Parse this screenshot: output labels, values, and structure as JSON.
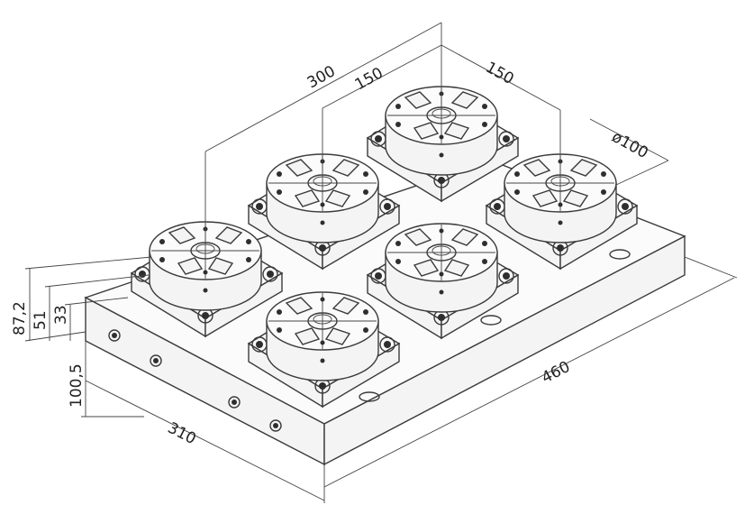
{
  "dimensions": {
    "d300": "300",
    "d150_a": "150",
    "d150_b": "150",
    "dia100": "ø100",
    "d87": "87,2",
    "d51": "51",
    "d33": "33",
    "d100": "100,5",
    "d310": "310",
    "d460": "460"
  },
  "colors": {
    "line": "#3a3a3a",
    "background": "#ffffff"
  },
  "icons": [
    "chuck-icon",
    "bolt-icon"
  ]
}
